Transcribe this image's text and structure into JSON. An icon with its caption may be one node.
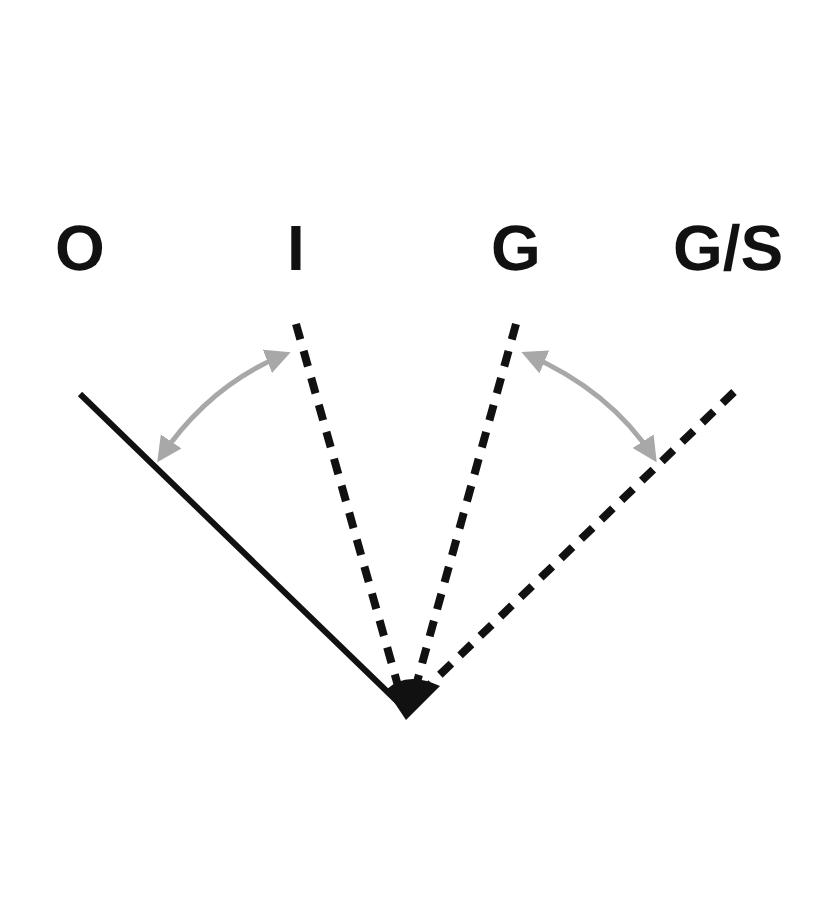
{
  "diagram": {
    "labels": [
      "O",
      "I",
      "G",
      "G/S"
    ]
  }
}
